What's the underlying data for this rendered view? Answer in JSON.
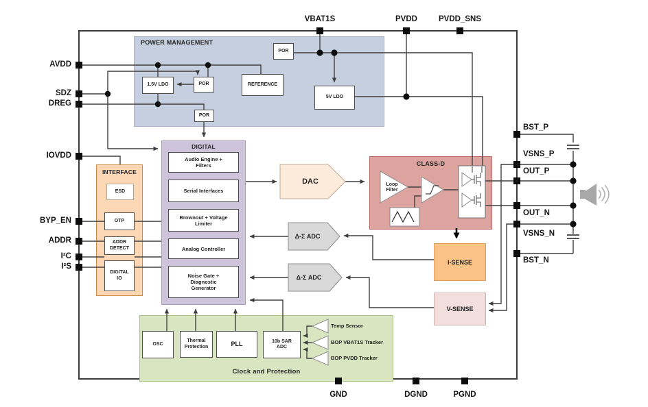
{
  "colors": {
    "power_management": "#c5cfdf",
    "digital": "#cdc4dc",
    "interface": "#fbd7b6",
    "clock_protection": "#d9e5c1",
    "class_d": "#dda39e",
    "dac": "#fcebdb",
    "adc": "#d9d9d9",
    "i_sense": "#fbc288",
    "v_sense": "#f2dedd",
    "wire": "#3f3f3f"
  },
  "pins": {
    "top": [
      "VBAT1S",
      "PVDD",
      "PVDD_SNS"
    ],
    "bottom": [
      "GND",
      "DGND",
      "PGND"
    ],
    "left": [
      "AVDD",
      "SDZ",
      "DREG",
      "IOVDD",
      "BYP_EN",
      "ADDR",
      "I²C",
      "I²S"
    ],
    "right": [
      "BST_P",
      "VSNS_P",
      "OUT_P",
      "OUT_N",
      "VSNS_N",
      "BST_N"
    ]
  },
  "power_management": {
    "title": "POWER MANAGEMENT",
    "ldo_1v5": "1.5V LDO",
    "por_top": "POR",
    "por_mid": "POR",
    "por_bottom": "POR",
    "reference": "REFERENCE",
    "ldo_5v": "5V LDO"
  },
  "digital": {
    "title": "DIGITAL",
    "audio_engine": "Audio Engine + Filters",
    "serial_interfaces": "Serial Interfaces",
    "brownout": "Brownout + Voltage Limiter",
    "analog_controller": "Analog Controller",
    "noise_gate": "Noise Gate + Diagnostic Generator"
  },
  "interface": {
    "title": "INTERFACE",
    "esd": "ESD",
    "otp": "OTP",
    "addr_detect": "ADDR DETECT",
    "digital_io": "DIGITAL IO"
  },
  "clock_protection": {
    "title": "Clock and Protection",
    "osc": "OSC",
    "thermal": "Thermal Protection",
    "pll": "PLL",
    "sar_adc": "10b SAR ADC",
    "temp_sensor": "Temp Sensor",
    "bop_vbat1s": "BOP VBAT1S Tracker",
    "bop_pvdd": "BOP PVDD Tracker"
  },
  "class_d": {
    "title": "CLASS-D",
    "loop_filter": "Loop Filter"
  },
  "dac": "DAC",
  "adc_top": "Δ-Σ ADC",
  "adc_bottom": "Δ-Σ ADC",
  "i_sense": "I-SENSE",
  "v_sense": "V-SENSE",
  "icons": {
    "speaker": "speaker-icon"
  }
}
